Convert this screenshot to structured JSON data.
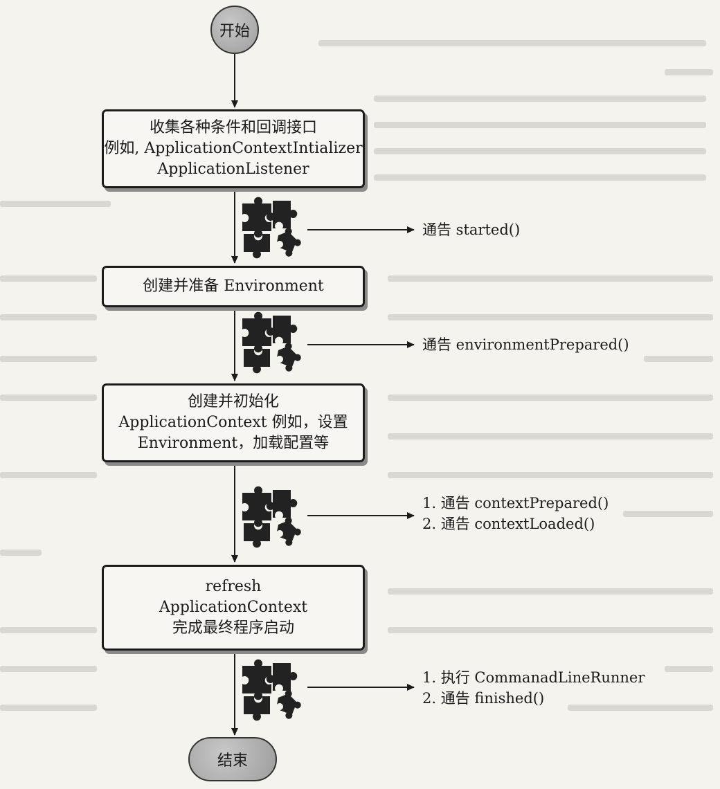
{
  "start_label": "开始",
  "end_label": "结束",
  "steps": [
    {
      "lines": [
        "收集各种条件和回调接口",
        "例如, ApplicationContextIntializer",
        "ApplicationListener"
      ]
    },
    {
      "lines": [
        "创建并准备 Environment"
      ]
    },
    {
      "lines": [
        "创建并初始化",
        "ApplicationContext 例如，设置",
        "Environment，加载配置等"
      ]
    },
    {
      "lines": [
        "refresh",
        "ApplicationContext",
        "完成最终程序启动"
      ]
    }
  ],
  "notifications": [
    {
      "lines": [
        "通告 started()"
      ]
    },
    {
      "lines": [
        "通告 environmentPrepared()"
      ]
    },
    {
      "lines": [
        "1. 通告 contextPrepared()",
        "2. 通告 contextLoaded()"
      ]
    },
    {
      "lines": [
        "1. 执行 CommanadLineRunner",
        "2. 通告 finished()"
      ]
    }
  ],
  "icons": [
    "puzzle-icon"
  ],
  "colors": {
    "line": "#1c1c1c",
    "box_shadow": "#8a8a8a",
    "terminal_fill": "#a8a8a8"
  }
}
